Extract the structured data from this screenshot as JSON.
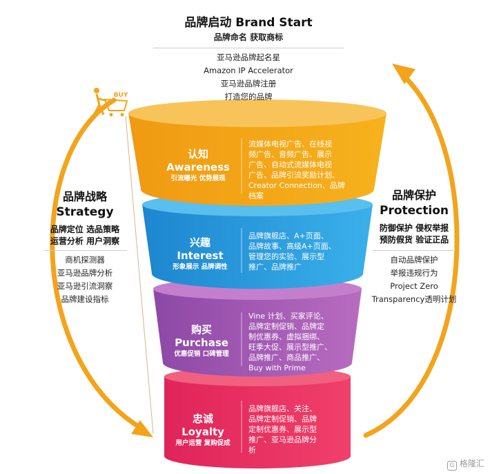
{
  "brand_start": {
    "title": "品牌启动 Brand Start",
    "subtitle": "品牌命名 获取商标",
    "items": [
      "亚马逊品牌起名星",
      "Amazon IP Accelerator",
      "亚马逊品牌注册",
      "打造您的品牌"
    ]
  },
  "strategy": {
    "title_cn": "品牌战略",
    "title_en": "Strategy",
    "sub_lines": [
      "品牌定位 选品策略",
      "运营分析 用户洞察"
    ],
    "items": [
      "商机探测器",
      "亚马逊品牌分析",
      "亚马逊引流洞察",
      "品牌建设指标"
    ]
  },
  "protection": {
    "title_cn": "品牌保护",
    "title_en": "Protection",
    "sub_lines": [
      "防御保护 侵权举报",
      "预防假货 验证正品"
    ],
    "items": [
      "自动品牌保护",
      "举报违规行为",
      "Project Zero",
      "Transparency透明计划"
    ]
  },
  "buy_label": "BUY",
  "stages": [
    {
      "name_cn": "认知",
      "name_en": "Awareness",
      "tag": "引流曝光 优势展现",
      "desc": [
        "流媒体电视广告、在线视",
        "频广告、音频广告、展示",
        "广告、自动式流媒体电视",
        "广告、品牌引流奖励计划、",
        "Creator Connection、品牌",
        "档案"
      ]
    },
    {
      "name_cn": "兴趣",
      "name_en": "Interest",
      "tag": "形象展示 品牌调性",
      "desc": [
        "品牌旗舰店、A+页面、",
        "品牌故事、高级A+页面、",
        "管理您的实验、展示型",
        "推广、品牌推广"
      ]
    },
    {
      "name_cn": "购买",
      "name_en": "Purchase",
      "tag": "优惠促销 口碑管理",
      "desc": [
        "Vine 计划、买家评论、",
        "品牌定制促销、品牌定",
        "制优惠券、虚拟捆绑、",
        "旺季大促、展示型推广、",
        "品牌推广、商品推广、",
        "Buy with Prime"
      ]
    },
    {
      "name_cn": "忠诚",
      "name_en": "Loyalty",
      "tag": "用户运营 复购促成",
      "desc": [
        "品牌旗舰店、关注、",
        "品牌定制促销、品牌",
        "定制优惠券、展示型",
        "推广、亚马逊品牌分",
        "析"
      ]
    }
  ],
  "watermark": "格隆汇",
  "colors": {
    "awareness": "#f3a81c",
    "interest": "#2ea3df",
    "purchase": "#a65ab2",
    "loyalty": "#e8315e",
    "arrow": "#f3a41a"
  }
}
